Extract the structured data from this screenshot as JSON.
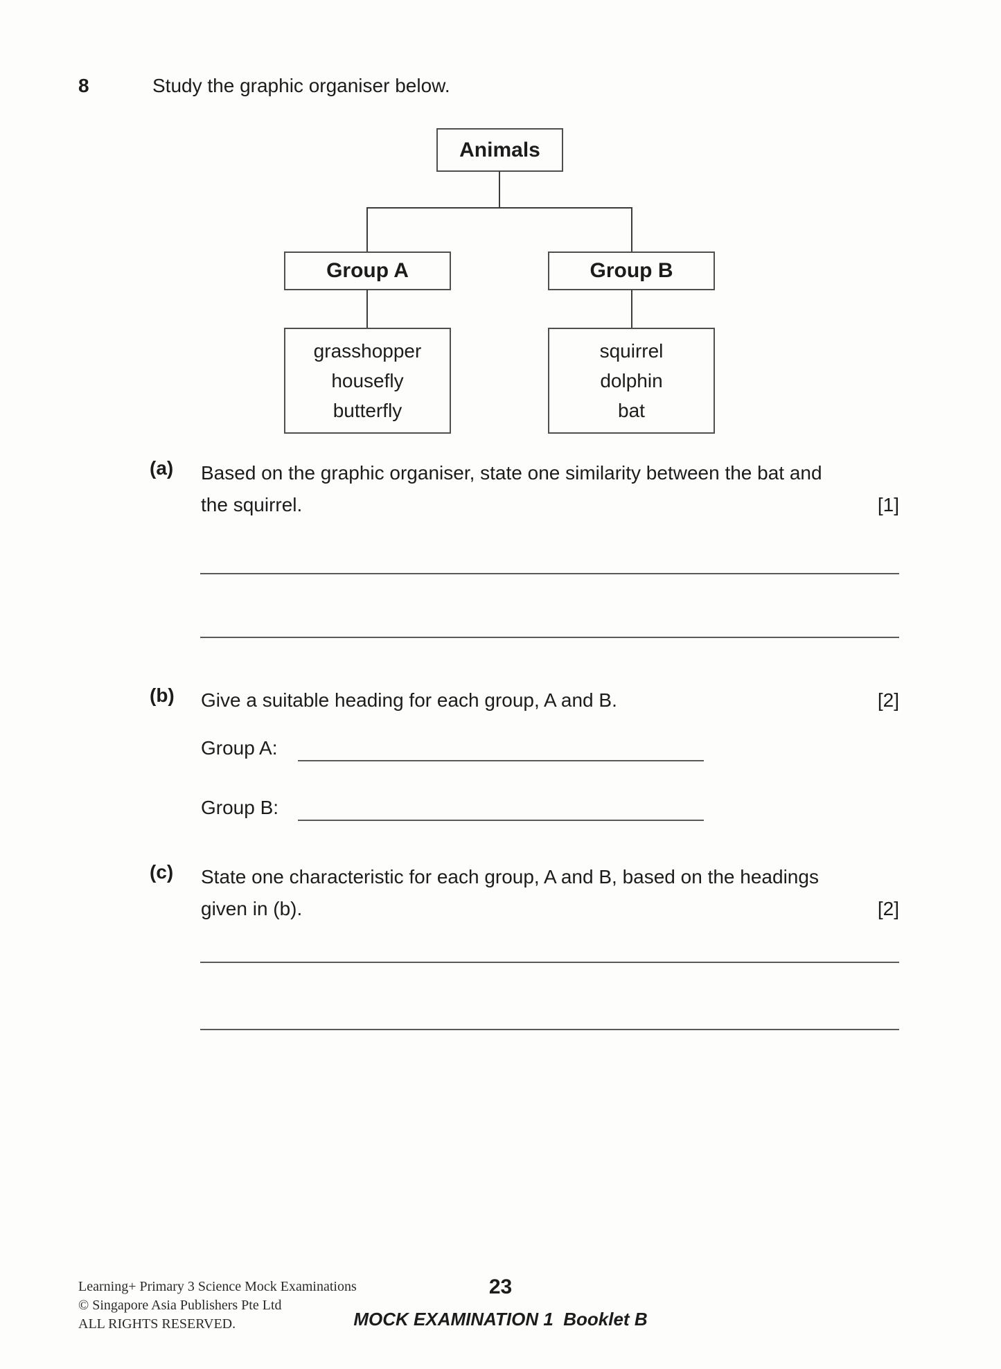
{
  "question": {
    "number": "8",
    "prompt": "Study the graphic organiser below."
  },
  "diagram": {
    "root_label": "Animals",
    "group_a": {
      "label": "Group A",
      "items": [
        "grasshopper",
        "housefly",
        "butterfly"
      ]
    },
    "group_b": {
      "label": "Group B",
      "items": [
        "squirrel",
        "dolphin",
        "bat"
      ]
    }
  },
  "parts": {
    "a": {
      "label": "(a)",
      "line1": "Based on the graphic organiser, state one similarity between the bat and",
      "line2": "the squirrel.",
      "marks": "[1]"
    },
    "b": {
      "label": "(b)",
      "text": "Give a suitable heading for each group, A and B.",
      "marks": "[2]",
      "field_a_label": "Group A:",
      "field_b_label": "Group B:"
    },
    "c": {
      "label": "(c)",
      "line1": "State one characteristic for each group, A and B, based on the headings",
      "line2": "given in (b).",
      "marks": "[2]"
    }
  },
  "footer": {
    "imprint_line1": "Learning+ Primary 3 Science Mock Examinations",
    "imprint_line2": "© Singapore Asia Publishers Pte Ltd",
    "imprint_line3": "ALL RIGHTS RESERVED.",
    "page_number": "23",
    "booklet": "MOCK EXAMINATION 1  Booklet B"
  },
  "colors": {
    "ink": "#1c1c1c",
    "rule_line": "#5a5a5a",
    "box_border": "#4f4f4f",
    "paper": "#fdfdfb"
  }
}
